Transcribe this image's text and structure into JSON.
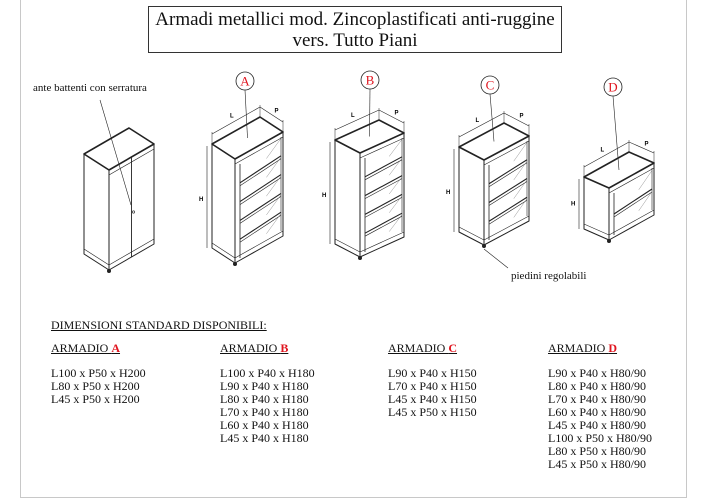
{
  "title": {
    "line1": "Armadi metallici mod. Zincoplastificati anti-ruggine",
    "line2": "vers. Tutto Piani"
  },
  "annotations": {
    "doors": "ante battenti con serratura",
    "feet": "piedini regolabili"
  },
  "labels": [
    "A",
    "B",
    "C",
    "D"
  ],
  "dimension_marks": {
    "length": "L",
    "depth": "P",
    "height": "H"
  },
  "colors": {
    "accent": "#e0141e"
  },
  "dimensions": {
    "heading": "DIMENSIONI STANDARD DISPONIBILI:",
    "columns": [
      {
        "prefix": "ARMADIO ",
        "letter": "A",
        "items": [
          "L100 x P50 x H200",
          "L80 x P50 x H200",
          "L45 x P50 x H200"
        ]
      },
      {
        "prefix": "ARMADIO ",
        "letter": "B",
        "items": [
          "L100 x P40 x H180",
          "L90 x P40 x H180",
          "L80 x P40 x H180",
          "L70 x P40 x H180",
          "L60 x P40 x H180",
          "L45 x P40 x H180"
        ]
      },
      {
        "prefix": "ARMADIO ",
        "letter": "C",
        "items": [
          "L90 x P40 x H150",
          "L70 x P40 x H150",
          "L45 x P40 x H150",
          "L45 x P50 x H150"
        ]
      },
      {
        "prefix": "ARMADIO ",
        "letter": "D",
        "items": [
          "L90 x P40 x H80/90",
          "L80 x P40 x H80/90",
          "L70 x P40 x H80/90",
          "L60 x P40 x H80/90",
          "L45 x P40 x H80/90",
          "L100 x P50 x H80/90",
          "L80 x P50 x H80/90",
          "L45 x P50 x H80/90"
        ]
      }
    ]
  }
}
